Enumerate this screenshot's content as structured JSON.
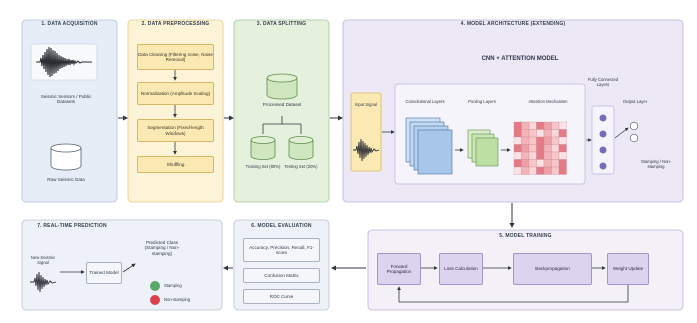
{
  "sections": {
    "s1": "1. DATA ACQUISITION",
    "s2": "2. DATA PREPROCESSING",
    "s3": "3. DATA SPLITTING",
    "s4": "4. MODEL ARCHITECTURE (EXTENDING)",
    "s5": "5. MODEL TRAINING",
    "s6": "6. MODEL EVALUATION",
    "s7": "7. REAL-TIME PREDICTION"
  },
  "acquisition": {
    "sensors": "Seismic Sensors / Public Datasets",
    "raw": "Raw Seismic Data"
  },
  "preprocessing": {
    "cleaning": "Data Cleaning (Filtering noise, Noise Removal)",
    "normalization": "Normalization (Amplitude Scaling)",
    "segmentation": "Segmentation (Fixed-length Windows)",
    "shuffling": "Shuffling"
  },
  "splitting": {
    "processed": "Processed Dataset",
    "train": "Training Set (80%)",
    "test": "Testing Set (20%)"
  },
  "architecture": {
    "title": "CNN + ATTENTION MODEL",
    "input": "Input Signal",
    "conv": "Convolutional Layers",
    "pool": "Pooling Layers",
    "attention": "Attention Mechanism",
    "dense": "Fully Connected Layers",
    "output": "Output Layer",
    "classes": "Stamping / Non-stamping"
  },
  "training": {
    "forward": "Forward Propagation",
    "loss": "Loss Calculation",
    "backprop": "Backpropagation",
    "update": "Weight Update"
  },
  "evaluation": {
    "metrics": "Accuracy, Precision, Recall, F1-score",
    "matrix": "Confusion Matrix",
    "roc": "ROC Curve"
  },
  "prediction": {
    "signal": "New Seismic Signal",
    "model": "Trained Model",
    "predicted": "Predicted Class (Stamping / Non-stamping)",
    "class_a": "Stamping",
    "class_b": "Non-stamping"
  },
  "colors": {
    "panel_blue": "#e7edf7",
    "panel_yellow": "#fdf3d6",
    "panel_green": "#e5f0dd",
    "panel_violet": "#ece8f6",
    "accent_red": "#e4a0a8",
    "accent_green": "#5aa86a",
    "accent_crimson": "#d9434e"
  }
}
